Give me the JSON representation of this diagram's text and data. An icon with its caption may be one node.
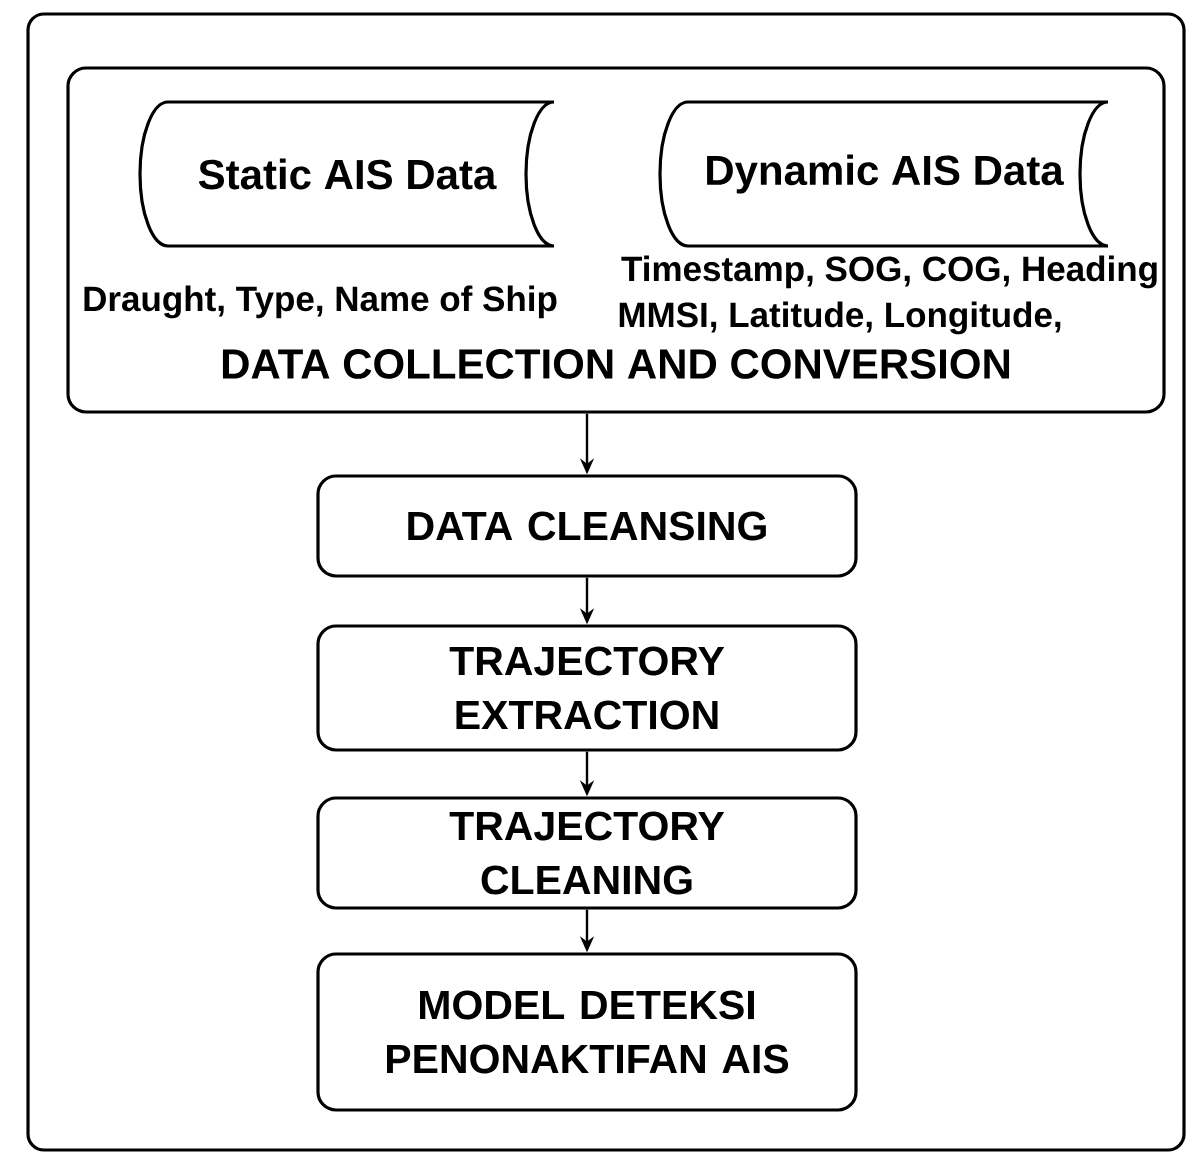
{
  "diagram": {
    "nodes": [
      {
        "text": [
          "DATA COLLECTION AND CONVERSION"
        ]
      },
      {
        "text": [
          "Static AIS Data"
        ],
        "in": 0,
        "beside": [
          "Draught, Type, Name of Ship"
        ]
      },
      {
        "text": [
          "Dynamic AIS Data"
        ],
        "in": 0,
        "beside": [
          "Timestamp, SOG, COG, Heading",
          "MMSI, Latitude, Longitude,"
        ]
      },
      {
        "text": [
          "DATA CLEANSING"
        ]
      },
      {
        "text": [
          "TRAJECTORY EXTRACTION"
        ]
      },
      {
        "text": [
          "TRAJECTORY CLEANING"
        ]
      },
      {
        "text": [
          "MODEL DETEKSI PENONAKTIFAN AIS"
        ]
      }
    ],
    "edges": [
      {
        "from": 0,
        "to": 3,
        "arrow": "to"
      },
      {
        "from": 3,
        "to": 4,
        "arrow": "to"
      },
      {
        "from": 4,
        "to": 5,
        "arrow": "to"
      },
      {
        "from": 5,
        "to": 6,
        "arrow": "to"
      }
    ]
  }
}
